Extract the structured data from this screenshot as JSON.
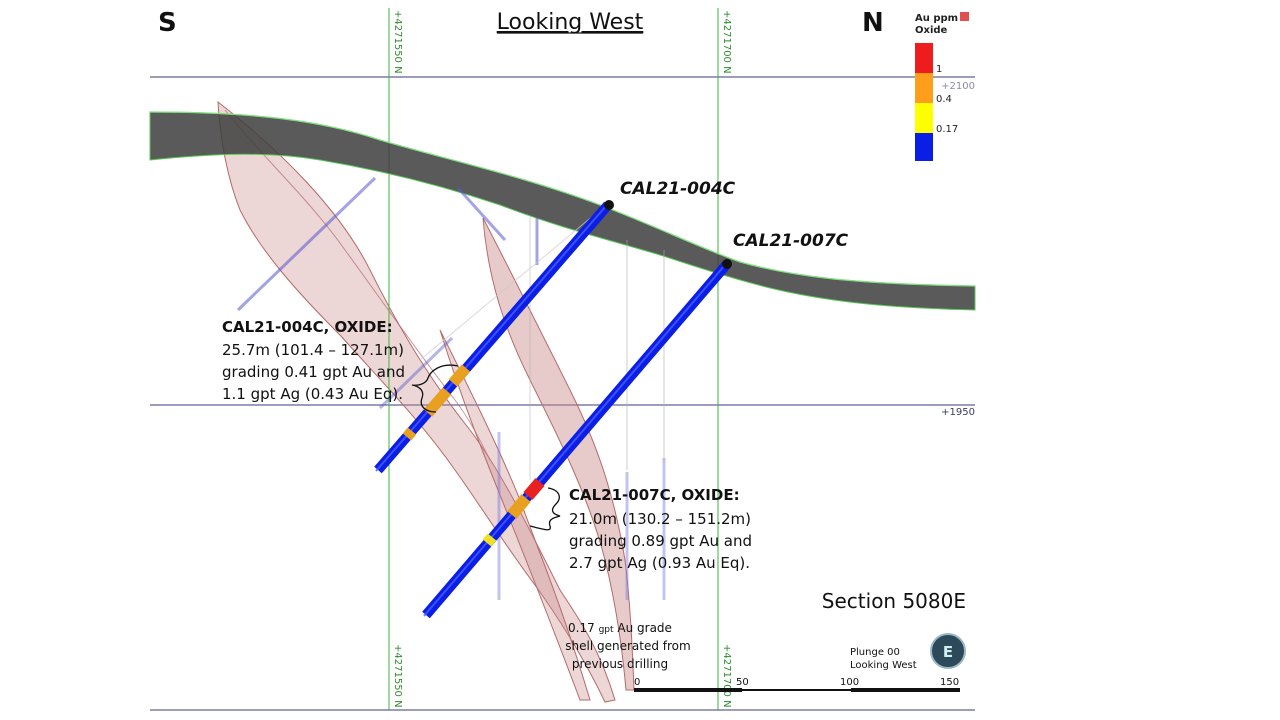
{
  "header": {
    "left_dir": "S",
    "right_dir": "N",
    "title": "Looking West"
  },
  "grid": {
    "northing_1": "+4271550 N",
    "northing_2": "+4271700 N",
    "elev_upper": "+2100",
    "elev_lower": "+1950"
  },
  "legend": {
    "title_line1": "Au ppm",
    "title_line2": "Oxide",
    "ticks": [
      "1",
      "0.4",
      "0.17"
    ],
    "colors": [
      "#ee1c1c",
      "#ff9e1a",
      "#ffff00",
      "#0a1ee6"
    ]
  },
  "holes": [
    {
      "name": "CAL21-004C"
    },
    {
      "name": "CAL21-007C"
    }
  ],
  "annotations": {
    "hole_004c": {
      "heading": "CAL21-004C, OXIDE:",
      "line1": "25.7m (101.4 – 127.1m)",
      "line2": "grading 0.41 gpt Au and",
      "line3": "1.1 gpt Ag (0.43 Au Eq)."
    },
    "hole_007c": {
      "heading": "CAL21-007C, OXIDE:",
      "line1": "21.0m (130.2 – 151.2m)",
      "line2": "grading 0.89 gpt Au and",
      "line3": "2.7 gpt Ag (0.93 Au Eq)."
    },
    "shell_note": {
      "line1_value": "0.17",
      "line1_unit": "gpt",
      "line1_rest": "Au grade",
      "line2": "shell generated from",
      "line3": "previous drilling"
    }
  },
  "section_label": "Section 5080E",
  "view": {
    "plunge": "Plunge 00",
    "looking": "Looking West",
    "compass_letter": "E"
  },
  "scale_bar": {
    "ticks": [
      "0",
      "50",
      "100",
      "150"
    ]
  },
  "colors": {
    "drill_hole": "#0a1ee6",
    "surface": "#3d3d3d",
    "grade_shell": "#c98a8a",
    "grid_line": "#3cb43c",
    "elev_line": "#3a3a7a"
  }
}
